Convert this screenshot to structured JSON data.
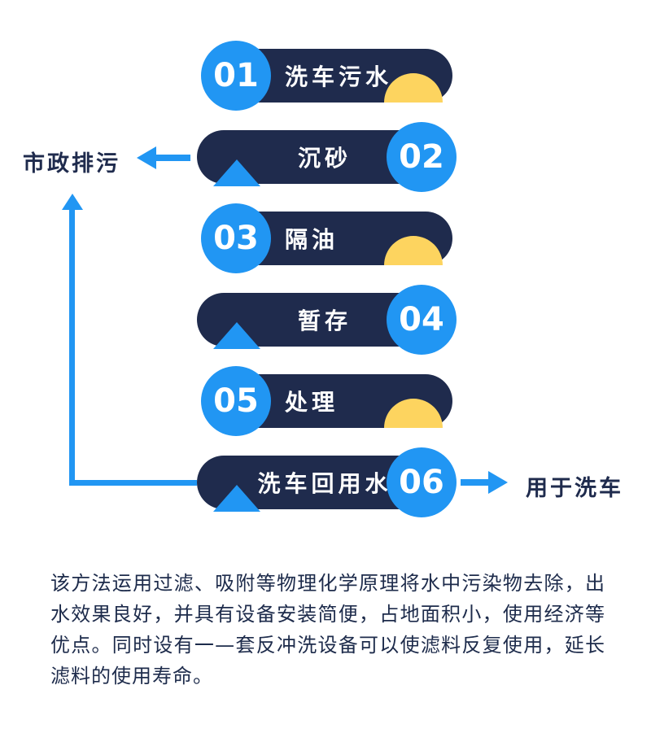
{
  "diagram": {
    "steps": [
      {
        "number": "01",
        "label": "洗车污水"
      },
      {
        "number": "02",
        "label": "沉砂"
      },
      {
        "number": "03",
        "label": "隔油"
      },
      {
        "number": "04",
        "label": "暂存"
      },
      {
        "number": "05",
        "label": "处理"
      },
      {
        "number": "06",
        "label": "洗车回用水"
      }
    ],
    "left_outlet_label": "市政排污",
    "right_outlet_label": "用于洗车"
  },
  "paragraph": "该方法运用过滤、吸附等物理化学原理将水中污染物去除，出水效果良好，并具有设备安装简便，占地面积小，使用经济等优点。同时设有一—套反冲洗设备可以使滤料反复使用，延长滤料的使用寿命。",
  "colors": {
    "navy": "#1f2b4d",
    "blue": "#2196f3",
    "yellow": "#fdd45f",
    "textnavy": "#1d2b4b"
  }
}
